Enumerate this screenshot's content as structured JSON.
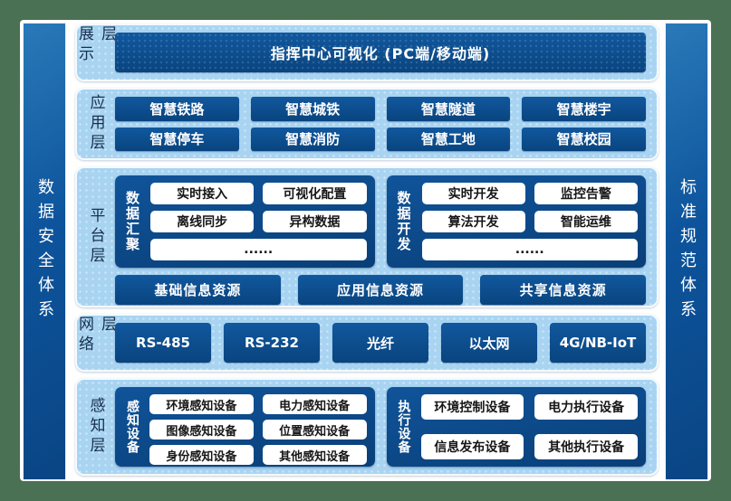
{
  "colors": {
    "background_green": "#4b7154",
    "board_white": "#ffffff",
    "panel_light_blue": "#a8d4f2",
    "box_dark_blue": "#0b4c92",
    "sidebar_blue": "#0d549c",
    "white_box_text": "#161616",
    "layer_label_text": "#17304d"
  },
  "sidebars": {
    "left": {
      "label": "数据安全体系"
    },
    "right": {
      "label": "标准规范体系"
    }
  },
  "layers": {
    "display": {
      "label": "展示层",
      "title_box": "指挥中心可视化 (PC端/移动端)"
    },
    "application": {
      "label": "应用层",
      "boxes": [
        "智慧铁路",
        "智慧城铁",
        "智慧隧道",
        "智慧楼宇",
        "智慧停车",
        "智慧消防",
        "智慧工地",
        "智慧校园"
      ]
    },
    "platform": {
      "label": "平台层",
      "groups": [
        {
          "label": "数据汇聚",
          "items": [
            "实时接入",
            "可视化配置",
            "离线同步",
            "异构数据",
            "......"
          ]
        },
        {
          "label": "数据开发",
          "items": [
            "实时开发",
            "监控告警",
            "算法开发",
            "智能运维",
            "......"
          ]
        }
      ],
      "resources": [
        "基础信息资源",
        "应用信息资源",
        "共享信息资源"
      ]
    },
    "network": {
      "label": "网络层",
      "boxes": [
        "RS-485",
        "RS-232",
        "光纤",
        "以太网",
        "4G/NB-IoT"
      ]
    },
    "perception": {
      "label": "感知层",
      "groups": [
        {
          "label": "感知设备",
          "items": [
            "环境感知设备",
            "电力感知设备",
            "图像感知设备",
            "位置感知设备",
            "身份感知设备",
            "其他感知设备"
          ]
        },
        {
          "label": "执行设备",
          "items": [
            "环境控制设备",
            "电力执行设备",
            "信息发布设备",
            "其他执行设备"
          ]
        }
      ]
    }
  }
}
